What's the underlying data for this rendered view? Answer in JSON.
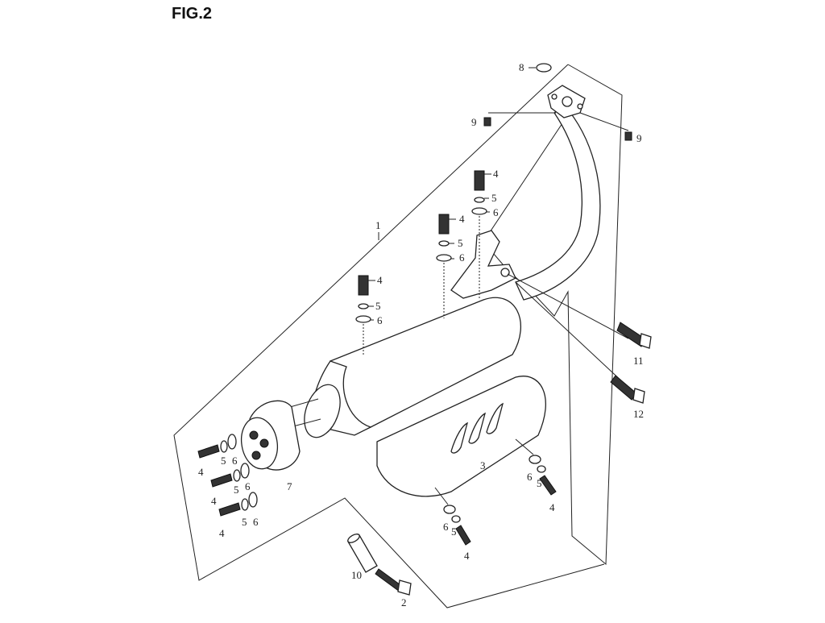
{
  "figure": {
    "title": "FIG.2"
  },
  "callouts": {
    "c1": "1",
    "c2": "2",
    "c3": "3",
    "c7": "7",
    "c8": "8",
    "c9a": "9",
    "c9b": "9",
    "c10": "10",
    "c11": "11",
    "c12": "12",
    "t1_4": "4",
    "t1_5": "5",
    "t1_6": "6",
    "t2_4": "4",
    "t2_5": "5",
    "t2_6": "6",
    "t3_4": "4",
    "t3_5": "5",
    "t3_6": "6",
    "e1_4": "4",
    "e1_5": "5",
    "e1_6": "6",
    "e2_4": "4",
    "e2_5": "5",
    "e2_6": "6",
    "e3_4": "4",
    "e3_5": "5",
    "e3_6": "6",
    "h1_6": "6",
    "h1_5": "5",
    "h1_4": "4",
    "h2_6": "6",
    "h2_5": "5",
    "h2_4": "4"
  }
}
